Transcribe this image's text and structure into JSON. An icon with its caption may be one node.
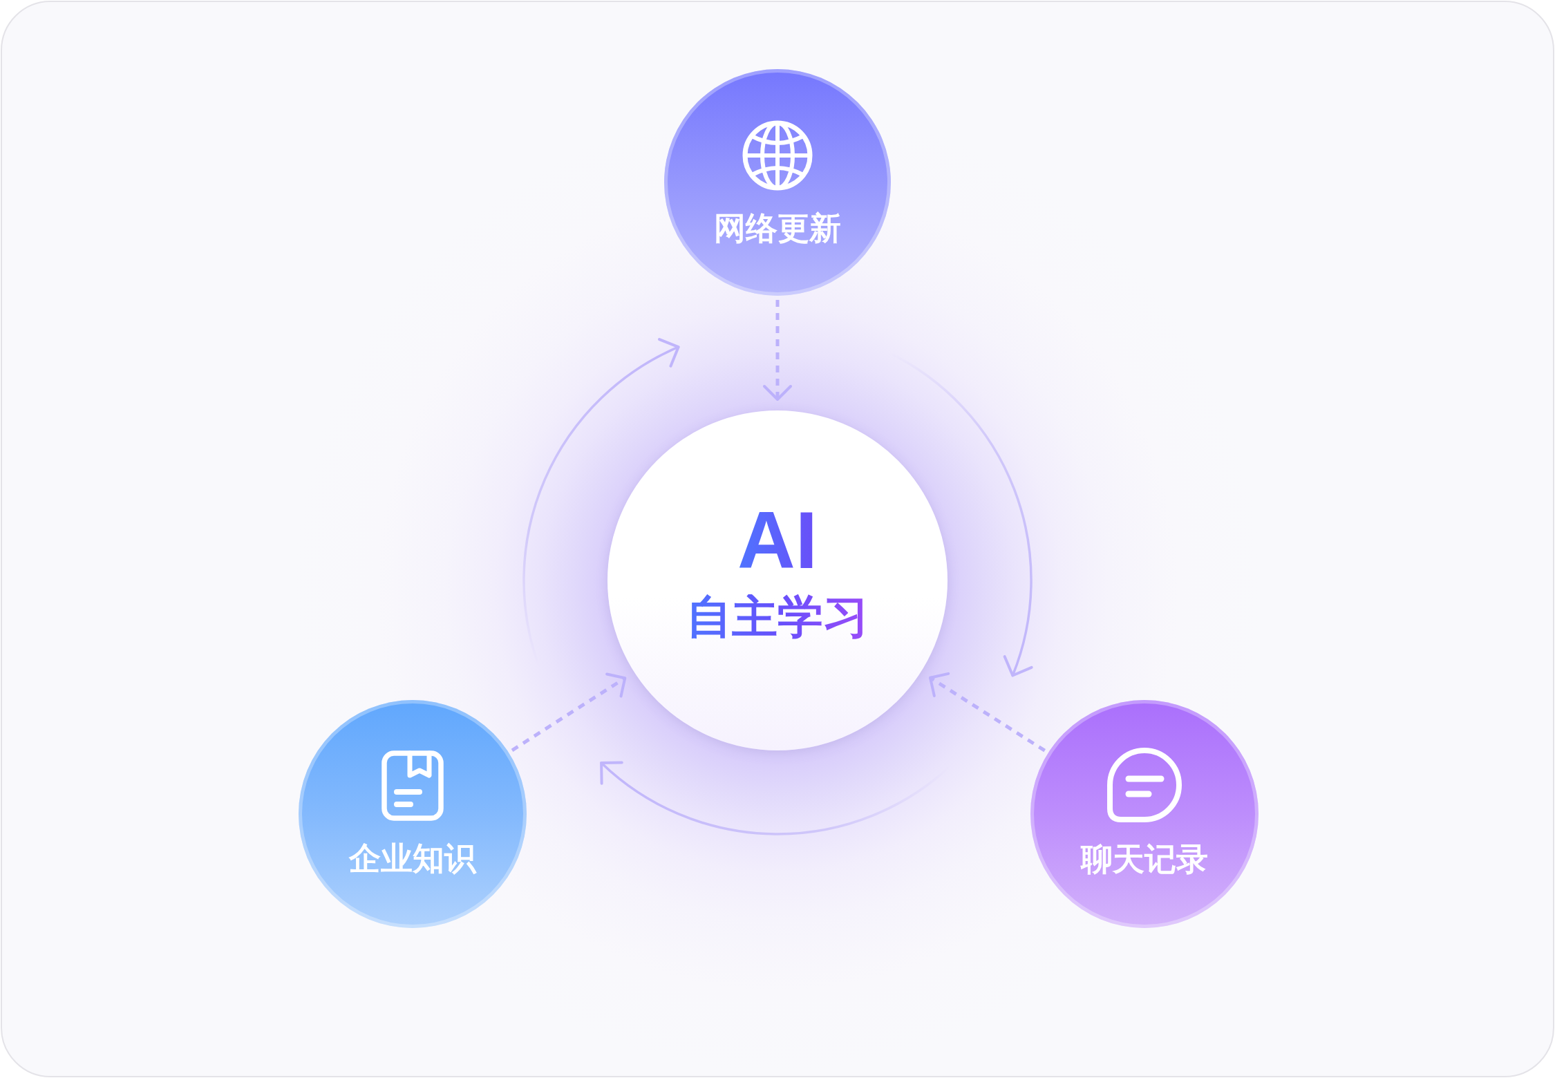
{
  "diagram": {
    "nodes": [
      {
        "text": [
          "网络更新"
        ]
      },
      {
        "text": [
          "AI",
          "自主学习"
        ]
      },
      {
        "text": [
          "企业知识"
        ]
      },
      {
        "text": [
          "聊天记录"
        ]
      }
    ],
    "edges": [
      {
        "from": 0,
        "to": 1,
        "arrow": "to",
        "style": "dashed"
      },
      {
        "from": 2,
        "to": 1,
        "arrow": "to",
        "style": "dashed"
      },
      {
        "from": 3,
        "to": 1,
        "arrow": "to",
        "style": "dashed"
      }
    ]
  }
}
